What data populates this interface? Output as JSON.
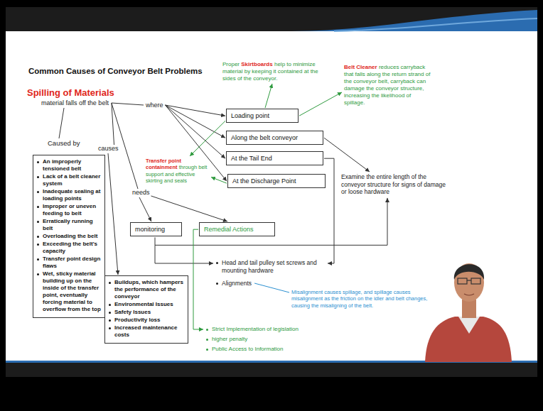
{
  "diagram": {
    "title": "Common Causes of Conveyor Belt Problems",
    "nodes": [
      {
        "text": [
          "Loading point"
        ]
      },
      {
        "text": [
          "Along the belt conveyor"
        ]
      },
      {
        "text": [
          "At the Tail End"
        ]
      },
      {
        "text": [
          "At the Discharge Point"
        ]
      },
      {
        "text": [
          "An improperly tensioned belt",
          "Lack of a belt cleaner system",
          "Inadequate sealing at loading points",
          "Improper or uneven feeding to belt",
          "Erratically running belt",
          "Overloading the belt",
          "Exceeding the belt's capacity",
          "Transfer point design flaws",
          "Wet, sticky material building up on the inside of the transfer point, eventually forcing material to overflow from the top"
        ]
      },
      {
        "text": [
          "monitoring"
        ]
      },
      {
        "text": [
          "Remedial Actions"
        ]
      },
      {
        "text": [
          "Buildups, which hampers the performance of the conveyor",
          "Environmental Issues",
          "Safety Issues",
          "Productivity loss",
          "Increased maintenance costs"
        ]
      }
    ],
    "labels": [
      "Spilling of Materials",
      "material falls off the belt",
      "where",
      "Caused by",
      "causes",
      "needs",
      "Proper",
      "Skirtboards",
      "help to minimize material by keeping it contained at the sides of the conveyor.",
      "Belt Cleaner",
      "reduces carryback that falls along the return strand of the conveyor belt, carryback can damage the conveyor structure, increasing the likelihood of spillage.",
      "Transfer point containment",
      "through belt support and effective skirting and seals",
      "Examine the entire length of the conveyor structure for signs of damage or loose hardware",
      "Head and tail pulley set screws and mounting hardware",
      "Alignments",
      "Misalignment causes spillage, and spillage causes misalignment as the friction on the idler and belt changes, causing the misaligning of the belt.",
      "Strict Implementation of legislation",
      "higher penalty",
      "Public Access to Information"
    ]
  }
}
